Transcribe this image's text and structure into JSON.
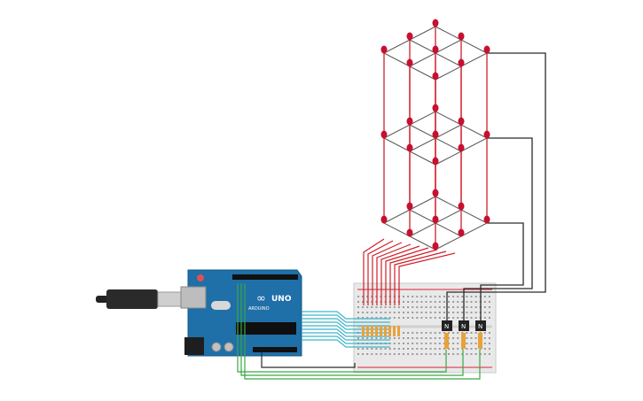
{
  "arduino": {
    "logo_text": "∞",
    "board_name": "UNO",
    "brand": "ARDUINO"
  },
  "transistors": [
    {
      "label": "N"
    },
    {
      "label": "N"
    },
    {
      "label": "N"
    }
  ],
  "colors": {
    "board_blue": "#1f6fa8",
    "led_red": "#c8102e",
    "wire_red": "#d0202a",
    "wire_black": "#2b2b2b",
    "wire_cyan": "#3fb4c8",
    "wire_green": "#3aa845",
    "breadboard": "#e9e9e9",
    "resistor": "#e8a23a"
  }
}
